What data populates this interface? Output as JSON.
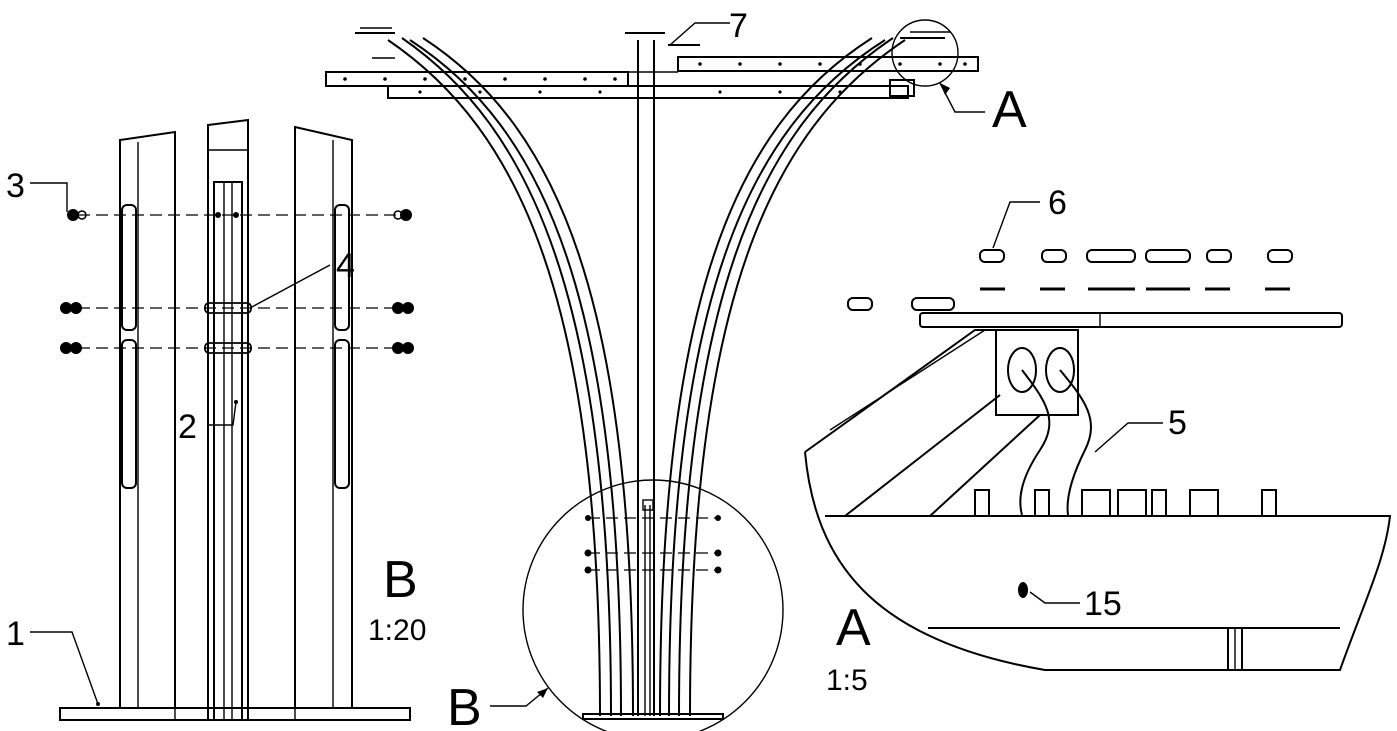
{
  "callouts": {
    "c1": "1",
    "c2": "2",
    "c3": "3",
    "c4": "4",
    "c5": "5",
    "c6": "6",
    "c7": "7",
    "c15": "15"
  },
  "views": {
    "detail_a": {
      "letter": "A",
      "scale": "1:5"
    },
    "detail_b": {
      "letter": "B",
      "scale": "1:20"
    }
  },
  "colors": {
    "line": "#000000",
    "background": "#ffffff"
  }
}
